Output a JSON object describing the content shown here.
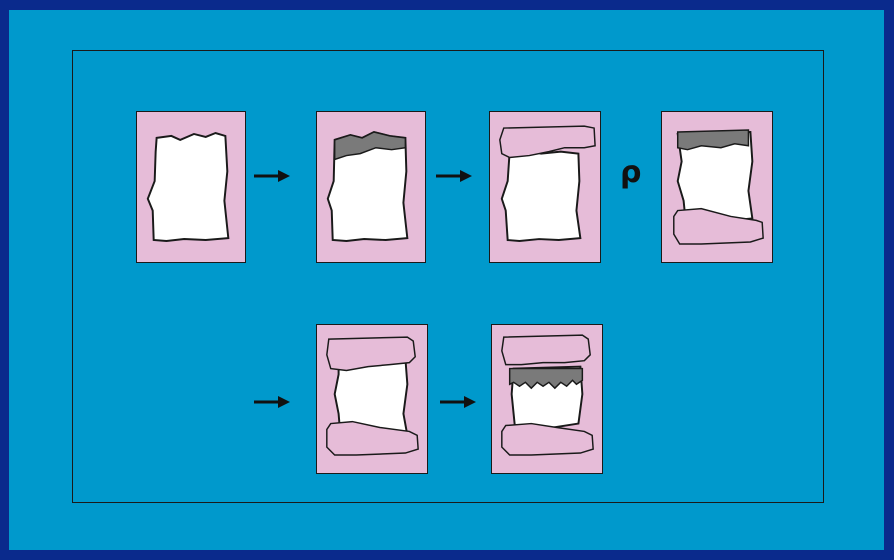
{
  "diagram": {
    "colors": {
      "background": "#0a2a8c",
      "slide": "#0099cc",
      "panel_fill": "#e6bcd8",
      "material_white": "#ffffff",
      "removed_dark": "#7a7a7a",
      "outline": "#1a1a1a"
    },
    "rotate_symbol": "ρ",
    "stages": [
      "intact-sample",
      "top-layer-marked",
      "top-bonded-to-pink-stub",
      "flipped-bottom-bonded",
      "sample-between-two-stubs",
      "fractured-zone-marked"
    ]
  }
}
